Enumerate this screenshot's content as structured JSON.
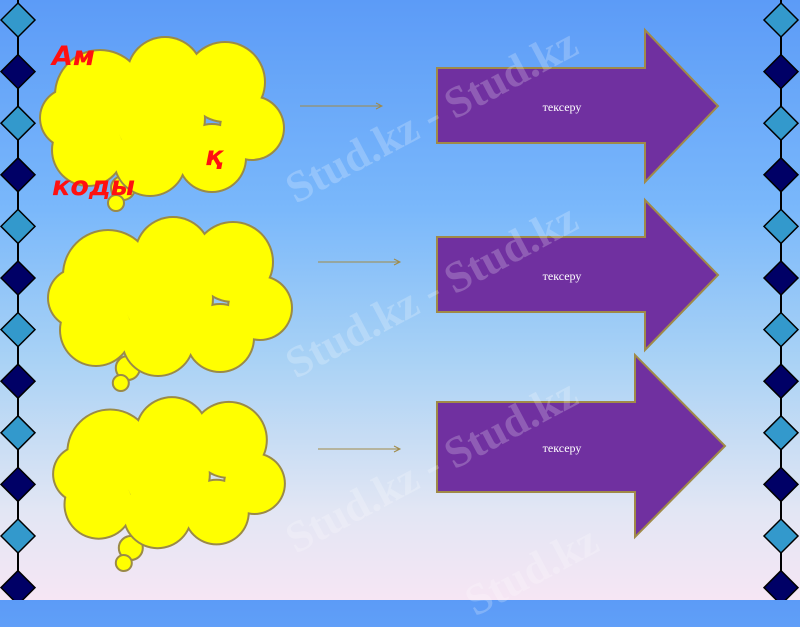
{
  "slide": {
    "title_lines": [
      "Ам",
      "",
      "қ",
      "коды"
    ],
    "arrows": [
      {
        "label": "тексеру"
      },
      {
        "label": "тексеру"
      },
      {
        "label": "тексеру"
      }
    ],
    "watermark": "Stud.kz - Stud.kz",
    "watermark_short": "Stud.kz"
  },
  "colors": {
    "cloud_fill": "#ffff00",
    "cloud_stroke": "#9a8a48",
    "arrow_fill": "#7030a0",
    "arrow_stroke": "#a08a48",
    "title_color": "#ff1010",
    "diamond_light": "#3399cc",
    "diamond_dark": "#000066"
  }
}
